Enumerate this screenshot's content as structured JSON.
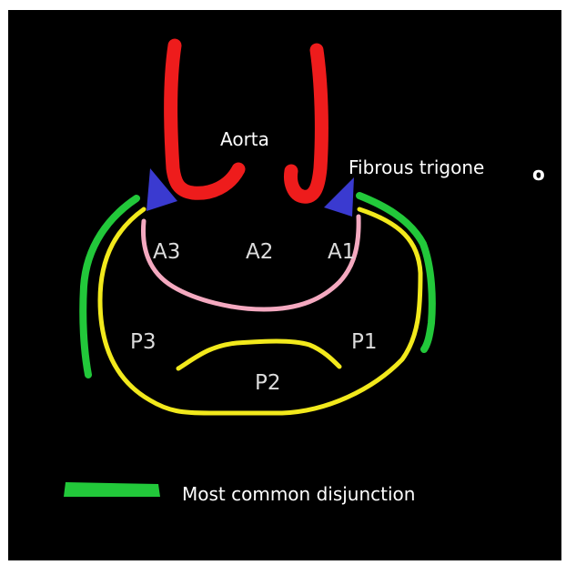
{
  "labels": {
    "aorta": "Aorta",
    "fibrous_trigone": "Fibrous trigone",
    "corner_mark": "o"
  },
  "segments": {
    "a3": "A3",
    "a2": "A2",
    "a1": "A1",
    "p3": "P3",
    "p2": "P2",
    "p1": "P1"
  },
  "legend": {
    "label": "Most common disjunction",
    "swatch_color": "#22c83a"
  },
  "colors": {
    "aorta": "#ee1c1c",
    "trigone": "#3a3ad0",
    "anterior_leaflet": "#f4a9c0",
    "posterior_leaflet": "#f2e91c",
    "disjunction": "#22c83a",
    "background": "#000000"
  }
}
